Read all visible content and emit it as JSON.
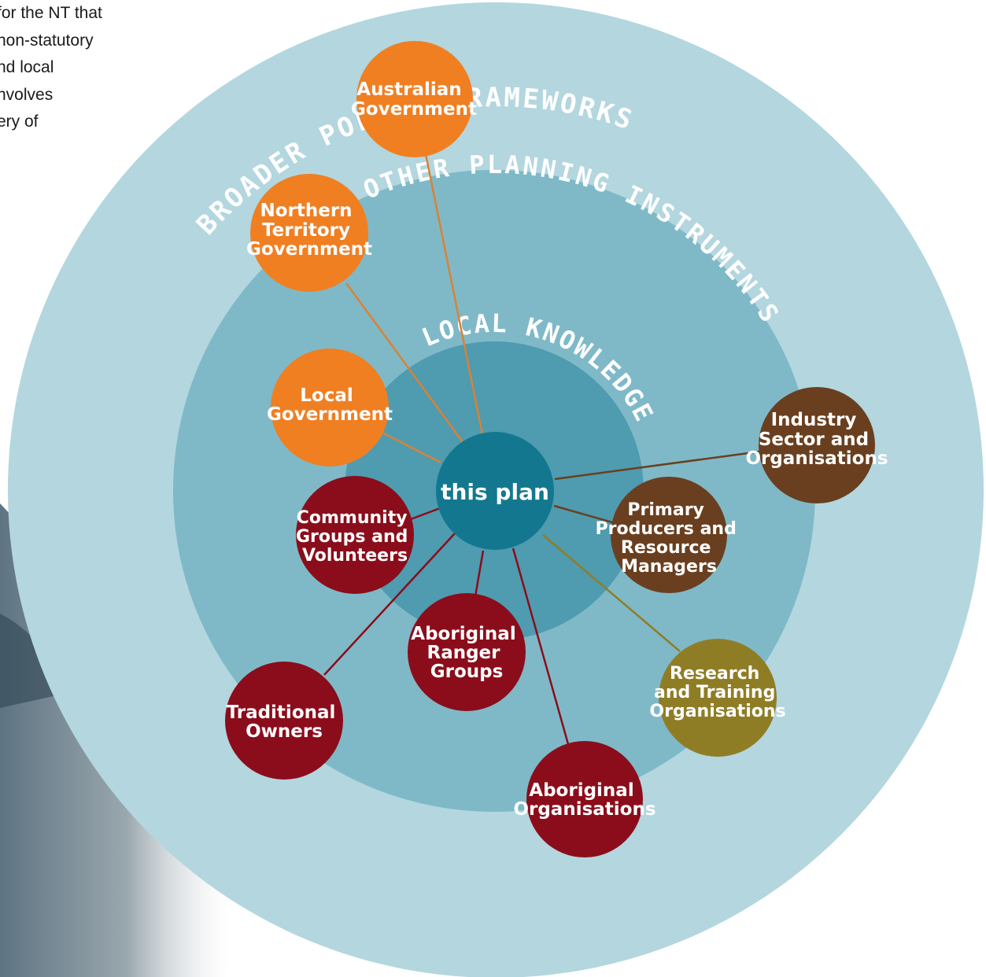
{
  "intro": {
    "text_lines": "for the NT that\nnon-statutory\nnd local\nnvolves\nery of"
  },
  "rings": {
    "outer_label": "BROADER POLICY FRAMEWORKS",
    "middle_label": "OTHER PLANNING INSTRUMENTS",
    "inner_label": "LOCAL KNOWLEDGE"
  },
  "center": {
    "label": "this plan"
  },
  "nodes": {
    "australian_government": [
      "Australian",
      "Government"
    ],
    "nt_government": [
      "Northern",
      "Territory",
      "Government"
    ],
    "local_government": [
      "Local",
      "Government"
    ],
    "industry": [
      "Industry",
      "Sector and",
      "Organisations"
    ],
    "primary_producers": [
      "Primary",
      "Producers and",
      "Resource",
      "Managers"
    ],
    "community_groups": [
      "Community",
      "Groups and",
      "Volunteers"
    ],
    "aboriginal_ranger": [
      "Aboriginal",
      "Ranger",
      "Groups"
    ],
    "traditional_owners": [
      "Traditional",
      "Owners"
    ],
    "research_training": [
      "Research",
      "and Training",
      "Organisations"
    ],
    "aboriginal_orgs": [
      "Aboriginal",
      "Organisations"
    ]
  },
  "colors": {
    "outer_ring": "#b3d6df",
    "middle_ring": "#7fb9c8",
    "inner_ring": "#4f9bb0",
    "center": "#13788f",
    "government": "#f07f22",
    "community": "#8b0d1b",
    "industry": "#6a3f1f",
    "research": "#8f7d26"
  }
}
